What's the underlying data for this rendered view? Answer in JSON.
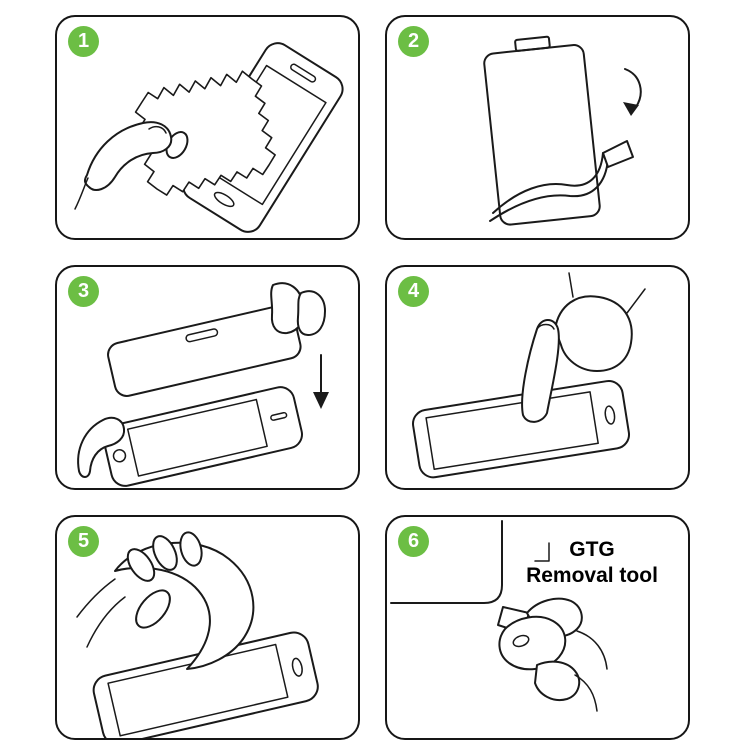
{
  "page": {
    "background": "#ffffff"
  },
  "colors": {
    "badge_green": "#6CBE44",
    "line_art": "#1a1a1a"
  },
  "steps": [
    {
      "num": "1",
      "name": "clean-the-screen",
      "illustration": "hand-wiping-phone-with-cloth"
    },
    {
      "num": "2",
      "name": "peel-protective-film",
      "illustration": "peeling-backing-film-off-protector"
    },
    {
      "num": "3",
      "name": "align-and-place",
      "illustration": "lowering-glass-onto-phone",
      "arrow": "down"
    },
    {
      "num": "4",
      "name": "press-to-adhere",
      "illustration": "finger-pressing-screen-center"
    },
    {
      "num": "5",
      "name": "smooth-out",
      "illustration": "wiping-applied-protector-with-cloth"
    },
    {
      "num": "6",
      "name": "removal-tool",
      "illustration": "fingers-pulling-corner-tab",
      "label_line1": "GTG",
      "label_line2": "Removal tool"
    }
  ]
}
